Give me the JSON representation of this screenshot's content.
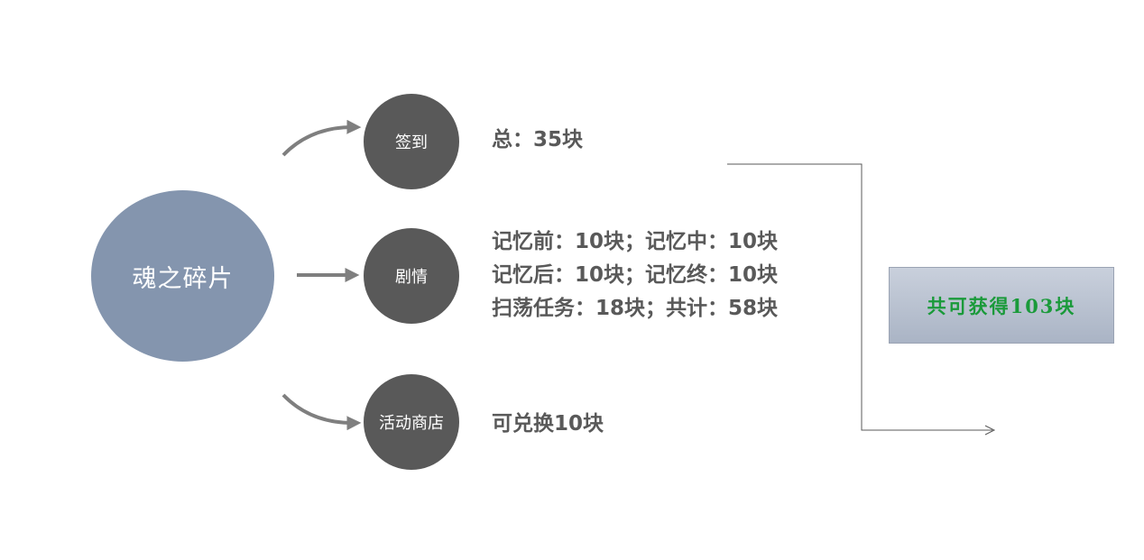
{
  "root": {
    "label": "魂之碎片"
  },
  "categories": [
    {
      "label": "签到",
      "desc_lines": [
        "总：35块"
      ]
    },
    {
      "label": "剧情",
      "desc_lines": [
        "记忆前：10块；记忆中：10块",
        "记忆后：10块；记忆终：10块",
        "扫荡任务：18块；共计：58块"
      ]
    },
    {
      "label": "活动商店",
      "desc_lines": [
        "可兑换10块"
      ]
    }
  ],
  "total": {
    "label": "共可获得103块"
  },
  "colors": {
    "root_fill": "#8495ae",
    "category_fill": "#595959",
    "arrow": "#7f7f7f",
    "connector": "#595959",
    "desc_text": "#595959",
    "total_text": "#1a9a3a"
  }
}
